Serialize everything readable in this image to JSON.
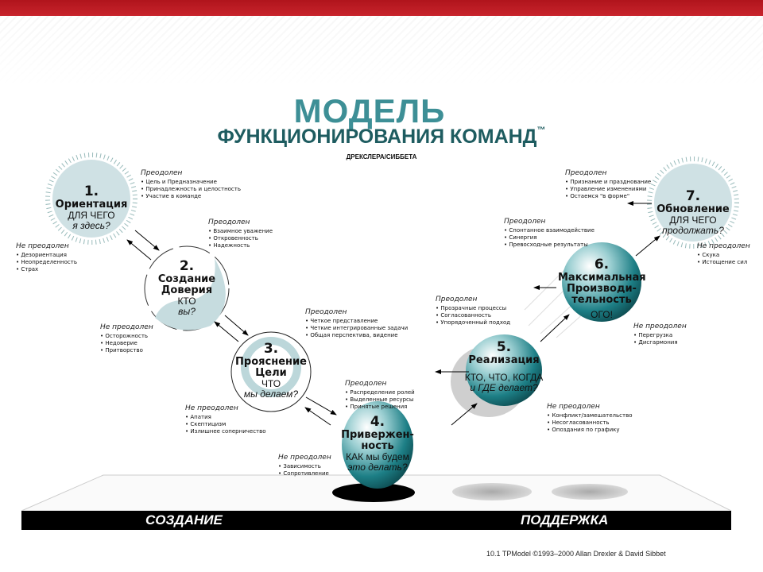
{
  "title": {
    "line1": "МОДЕЛЬ",
    "line2": "ФУНКЦИОНИРОВАНИЯ КОМАНД",
    "tm": "™",
    "line3": "ДРЕКСЛЕРА/СИББЕТА"
  },
  "colors": {
    "teal": "#1d7f86",
    "light_blue": "#cfe1e4",
    "title_teal": "#3d8f96",
    "top_bar": "#b0141c"
  },
  "stages": [
    {
      "num": "1.",
      "name": "Ориентация",
      "q1": "ДЛЯ ЧЕГО",
      "q2": "я здесь?",
      "resolved": {
        "label": "Преодолен",
        "items": [
          "Цель и Предназначение",
          "Принадлежность и целостность",
          "Участие в команде"
        ]
      },
      "unresolved": {
        "label": "Не преодолен",
        "items": [
          "Дезориентация",
          "Неопределенность",
          "Страх"
        ]
      }
    },
    {
      "num": "2.",
      "name": "Создание Доверия",
      "q1": "КТО",
      "q2": "вы?",
      "resolved": {
        "label": "Преодолен",
        "items": [
          "Взаимное уважение",
          "Откровенность",
          "Надежность"
        ]
      },
      "unresolved": {
        "label": "Не преодолен",
        "items": [
          "Осторожность",
          "Недоверие",
          "Притворство"
        ]
      }
    },
    {
      "num": "3.",
      "name": "Прояснение Цели",
      "q1": "ЧТО",
      "q2": "мы делаем?",
      "resolved": {
        "label": "Преодолен",
        "items": [
          "Четкое представление",
          "Четкие интегрированные задачи",
          "Общая перспектива, видение"
        ]
      },
      "unresolved": {
        "label": "Не преодолен",
        "items": [
          "Апатия",
          "Скептицизм",
          "Излишнее соперничество"
        ]
      }
    },
    {
      "num": "4.",
      "name": "Привержен-ность",
      "q1": "КАК мы будем",
      "q2": "это делать?",
      "resolved": {
        "label": "Преодолен",
        "items": [
          "Распределение ролей",
          "Выделенные ресурсы",
          "Принятые решения"
        ]
      },
      "unresolved": {
        "label": "Не преодолен",
        "items": [
          "Зависимость",
          "Сопротивление"
        ]
      }
    },
    {
      "num": "5.",
      "name": "Реализация",
      "q1": "КТО, ЧТО, КОГДА",
      "q2": "и ГДЕ делает?",
      "resolved": {
        "label": "Преодолен",
        "items": [
          "Прозрачные процессы",
          "Согласованность",
          "Упорядоченный подход"
        ]
      },
      "unresolved": {
        "label": "Не преодолен",
        "items": [
          "Конфликт/замешательство",
          "Несогласованность",
          "Опоздания по графику"
        ]
      }
    },
    {
      "num": "6.",
      "name": "Максимальная Производи-тельность",
      "q1": "ОГО!",
      "q2": "",
      "resolved": {
        "label": "Преодолен",
        "items": [
          "Спонтанное взаимодействие",
          "Синергия",
          "Превосходные результаты"
        ]
      },
      "unresolved": {
        "label": "Не преодолен",
        "items": [
          "Перегрузка",
          "Дисгармония"
        ]
      }
    },
    {
      "num": "7.",
      "name": "Обновление",
      "q1": "ДЛЯ ЧЕГО",
      "q2": "продолжать?",
      "resolved": {
        "label": "Преодолен",
        "items": [
          "Признание и празднование",
          "Управление изменениями",
          "Остаемся \"в форме\""
        ]
      },
      "unresolved": {
        "label": "Не преодолен",
        "items": [
          "Скука",
          "Истощение сил"
        ]
      }
    }
  ],
  "bottom": {
    "left": "СОЗДАНИЕ",
    "right": "ПОДДЕРЖКА"
  },
  "footer": "10.1 TPModel ©1993–2000 Allan Drexler & David Sibbet"
}
